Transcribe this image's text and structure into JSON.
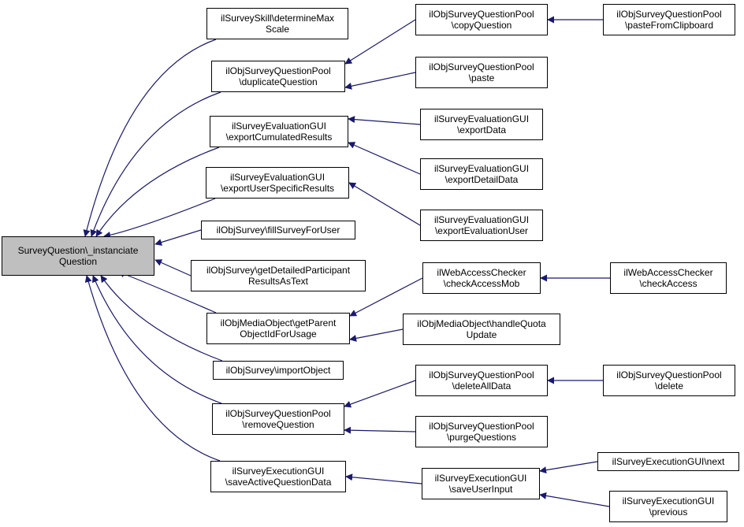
{
  "diagram": {
    "type": "call-graph",
    "edge_color": "#191970",
    "root_fill": "#bfbfbf",
    "nodes": [
      {
        "id": "root",
        "label": "SurveyQuestion\\_instanciate\nQuestion",
        "root": true
      },
      {
        "id": "n1",
        "label": "ilSurveySkill\\determineMax\nScale"
      },
      {
        "id": "n2",
        "label": "ilObjSurveyQuestionPool\n\\duplicateQuestion"
      },
      {
        "id": "n3",
        "label": "ilSurveyEvaluationGUI\n\\exportCumulatedResults"
      },
      {
        "id": "n4",
        "label": "ilSurveyEvaluationGUI\n\\exportUserSpecificResults"
      },
      {
        "id": "n5",
        "label": "ilObjSurvey\\fillSurveyForUser"
      },
      {
        "id": "n6",
        "label": "ilObjSurvey\\getDetailedParticipant\nResultsAsText"
      },
      {
        "id": "n7",
        "label": "ilObjMediaObject\\getParent\nObjectIdForUsage"
      },
      {
        "id": "n8",
        "label": "ilObjSurvey\\importObject"
      },
      {
        "id": "n9",
        "label": "ilObjSurveyQuestionPool\n\\removeQuestion"
      },
      {
        "id": "n10",
        "label": "ilSurveyExecutionGUI\n\\saveActiveQuestionData"
      },
      {
        "id": "m1",
        "label": "ilObjSurveyQuestionPool\n\\copyQuestion"
      },
      {
        "id": "m2",
        "label": "ilObjSurveyQuestionPool\n\\paste"
      },
      {
        "id": "m3",
        "label": "ilSurveyEvaluationGUI\n\\exportData"
      },
      {
        "id": "m4",
        "label": "ilSurveyEvaluationGUI\n\\exportDetailData"
      },
      {
        "id": "m5",
        "label": "ilSurveyEvaluationGUI\n\\exportEvaluationUser"
      },
      {
        "id": "m6",
        "label": "ilWebAccessChecker\n\\checkAccessMob"
      },
      {
        "id": "m7",
        "label": "ilObjMediaObject\\handleQuota\nUpdate"
      },
      {
        "id": "m8",
        "label": "ilObjSurveyQuestionPool\n\\deleteAllData"
      },
      {
        "id": "m9",
        "label": "ilObjSurveyQuestionPool\n\\purgeQuestions"
      },
      {
        "id": "m10",
        "label": "ilSurveyExecutionGUI\n\\saveUserInput"
      },
      {
        "id": "r1",
        "label": "ilObjSurveyQuestionPool\n\\pasteFromClipboard"
      },
      {
        "id": "r2",
        "label": "ilWebAccessChecker\n\\checkAccess"
      },
      {
        "id": "r3",
        "label": "ilObjSurveyQuestionPool\n\\delete"
      },
      {
        "id": "r4",
        "label": "ilSurveyExecutionGUI\\next"
      },
      {
        "id": "r5",
        "label": "ilSurveyExecutionGUI\n\\previous"
      }
    ],
    "edges": [
      {
        "from": "n1",
        "to": "root"
      },
      {
        "from": "n2",
        "to": "root"
      },
      {
        "from": "n3",
        "to": "root"
      },
      {
        "from": "n4",
        "to": "root"
      },
      {
        "from": "n5",
        "to": "root"
      },
      {
        "from": "n6",
        "to": "root"
      },
      {
        "from": "n7",
        "to": "root"
      },
      {
        "from": "n8",
        "to": "root"
      },
      {
        "from": "n9",
        "to": "root"
      },
      {
        "from": "n10",
        "to": "root"
      },
      {
        "from": "m1",
        "to": "n2"
      },
      {
        "from": "m2",
        "to": "n2"
      },
      {
        "from": "m3",
        "to": "n3"
      },
      {
        "from": "m4",
        "to": "n3"
      },
      {
        "from": "m5",
        "to": "n4"
      },
      {
        "from": "m6",
        "to": "n7"
      },
      {
        "from": "m7",
        "to": "n7"
      },
      {
        "from": "m8",
        "to": "n9"
      },
      {
        "from": "m9",
        "to": "n9"
      },
      {
        "from": "m10",
        "to": "n10"
      },
      {
        "from": "r1",
        "to": "m1"
      },
      {
        "from": "r2",
        "to": "m6"
      },
      {
        "from": "r3",
        "to": "m8"
      },
      {
        "from": "r4",
        "to": "m10"
      },
      {
        "from": "r5",
        "to": "m10"
      }
    ]
  }
}
